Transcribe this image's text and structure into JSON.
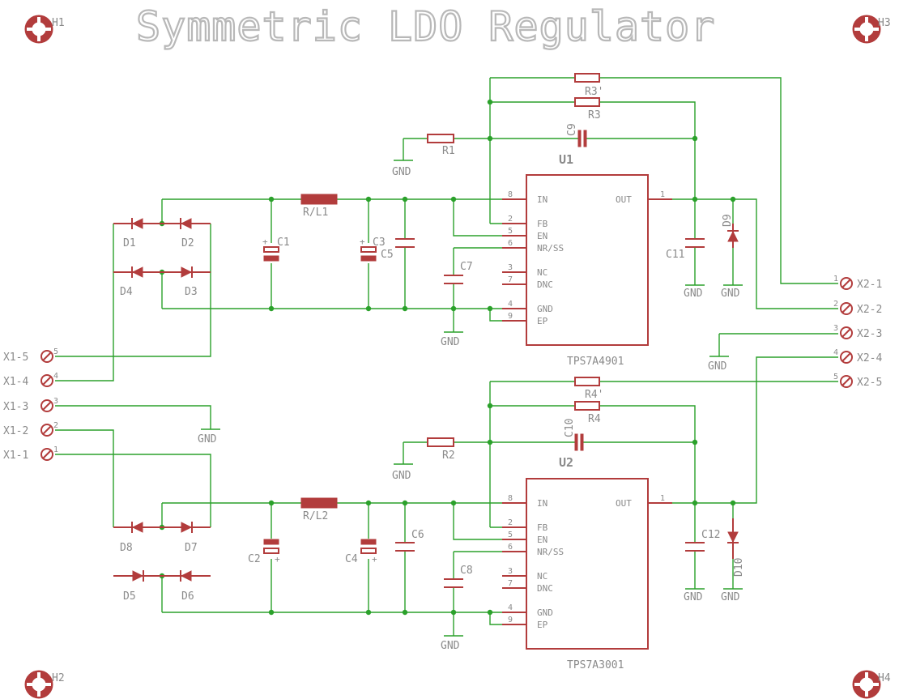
{
  "title": "Symmetric LDO Regulator",
  "holes": [
    "H1",
    "H2",
    "H3",
    "H4"
  ],
  "ic": {
    "u1": {
      "ref": "U1",
      "part": "TPS7A4901"
    },
    "u2": {
      "ref": "U2",
      "part": "TPS7A3001"
    },
    "pins": {
      "in": "IN",
      "out": "OUT",
      "fb": "FB",
      "en": "EN",
      "nrss": "NR/SS",
      "nc": "NC",
      "dnc": "DNC",
      "gnd": "GND",
      "ep": "EP"
    },
    "pin_numbers": [
      "8",
      "2",
      "5",
      "6",
      "3",
      "7",
      "4",
      "9",
      "1"
    ]
  },
  "components": {
    "resistors": [
      "R1",
      "R2",
      "R3",
      "R3'",
      "R4",
      "R4'"
    ],
    "inductors": [
      "R/L1",
      "R/L2"
    ],
    "capacitors": [
      "C1",
      "C2",
      "C3",
      "C4",
      "C5",
      "C6",
      "C7",
      "C8",
      "C9",
      "C10",
      "C11",
      "C12"
    ],
    "diodes": [
      "D1",
      "D2",
      "D3",
      "D4",
      "D5",
      "D6",
      "D7",
      "D8",
      "D9",
      "D10"
    ],
    "ground": "GND"
  },
  "connectors": {
    "x1": [
      "X1-5",
      "X1-4",
      "X1-3",
      "X1-2",
      "X1-1"
    ],
    "x1_pins": [
      "5",
      "4",
      "3",
      "2",
      "1"
    ],
    "x2": [
      "X2-1",
      "X2-2",
      "X2-3",
      "X2-4",
      "X2-5"
    ],
    "x2_pins": [
      "1",
      "2",
      "3",
      "4",
      "5"
    ]
  },
  "colors": {
    "wire": "#2ba12b",
    "part": "#b23c3c",
    "text": "#8a8a8a",
    "title": "#b8b8b8"
  }
}
